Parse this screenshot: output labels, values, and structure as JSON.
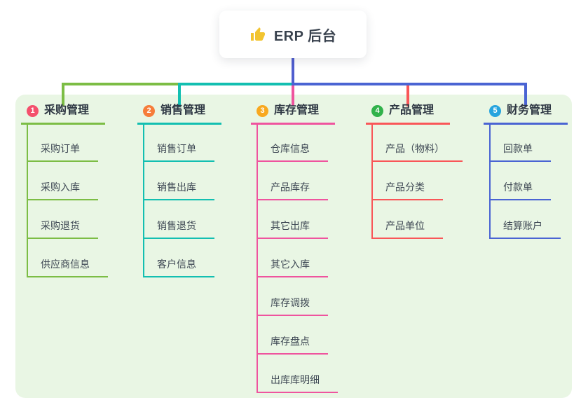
{
  "root": {
    "icon": "thumbs-up-icon",
    "title": "ERP 后台"
  },
  "colors": {
    "panel_bg": "#e9f6e4",
    "root_stem": "#505ecf",
    "card_bg": "#ffffff",
    "title_text": "#39424e",
    "item_text": "#3e4854",
    "thumb_icon": "#f2c430"
  },
  "branches": [
    {
      "index": "1",
      "label": "采购管理",
      "slug": "purchase-management",
      "badge_color": "#f4506c",
      "line_color": "#7cbd45",
      "children": [
        "采购订单",
        "采购入库",
        "采购退货",
        "供应商信息"
      ]
    },
    {
      "index": "2",
      "label": "销售管理",
      "slug": "sales-management",
      "badge_color": "#f67d3a",
      "line_color": "#13bfb1",
      "children": [
        "销售订单",
        "销售出库",
        "销售退货",
        "客户信息"
      ]
    },
    {
      "index": "3",
      "label": "库存管理",
      "slug": "inventory-management",
      "badge_color": "#f8a81f",
      "line_color": "#ef549e",
      "children": [
        "仓库信息",
        "产品库存",
        "其它出库",
        "其它入库",
        "库存调拨",
        "库存盘点",
        "出库库明细"
      ]
    },
    {
      "index": "4",
      "label": "产品管理",
      "slug": "product-management",
      "badge_color": "#31b24b",
      "line_color": "#f95658",
      "children": [
        "产品（物料）",
        "产品分类",
        "产品单位"
      ]
    },
    {
      "index": "5",
      "label": "财务管理",
      "slug": "finance-management",
      "badge_color": "#27a4de",
      "line_color": "#4a64d3",
      "children": [
        "回款单",
        "付款单",
        "结算账户"
      ]
    }
  ]
}
